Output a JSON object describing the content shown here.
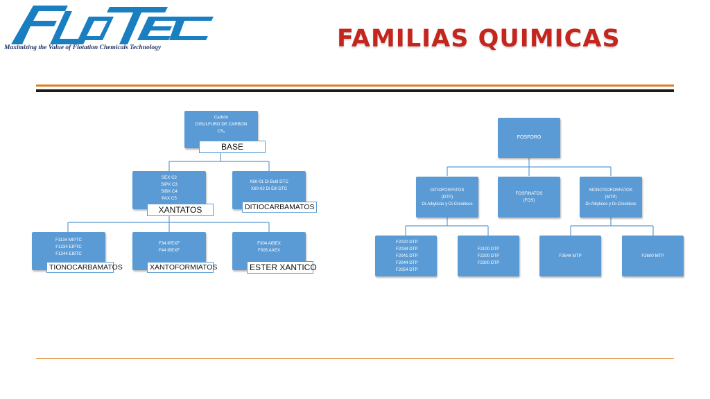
{
  "header": {
    "logo_text": "FLOTEC",
    "tagline": "Maximizing the Value of Flotation Chemicals Technology",
    "title": "FAMILIAS QUIMICAS"
  },
  "colors": {
    "title": "#c4261e",
    "logo": "#1a7fc1",
    "box": "#5b9bd5",
    "rule_orange": "#e67a1f",
    "rule_black": "#1b1b1b"
  },
  "left_tree": {
    "root": {
      "lines": [
        "Carbón",
        "DISULFURO DE CARBON",
        "CS₂"
      ],
      "tag": "BASE"
    },
    "xantatos": {
      "lines": [
        "SEX C2",
        "SIPX C3",
        "SIBX C4",
        "PAX C5"
      ],
      "tag": "XANTATOS"
    },
    "ditiocarbamatos": {
      "lines": [
        "X60-01 Di Butil DTC",
        "X60-02 Di Etil DTC"
      ],
      "tag": "DITIOCARBAMATOS"
    },
    "tionocarbamatos": {
      "lines": [
        "F1134 MIPTC",
        "F1234 EIPTC",
        "F1244 EIBTC"
      ],
      "tag": "TIONOCARBAMATOS"
    },
    "xantoformiatos": {
      "lines": [
        "F34 IPEXF",
        "F44 IBEXF"
      ],
      "tag": "XANTOFORMIATOS"
    },
    "ester": {
      "lines": [
        "F304 AIBEX",
        "F305 AAEX"
      ],
      "tag": "ESTER XANTICO"
    }
  },
  "right_tree": {
    "root": {
      "lines": [
        "FOSFORO"
      ]
    },
    "ditiofosfatos": {
      "lines": [
        "DITIOFOSFATOS",
        "(DTP)",
        "Di-Alkylicos y Di-Cresilicos"
      ]
    },
    "fosfinatos": {
      "lines": [
        "FOSFINATOS",
        "(FOS)"
      ]
    },
    "monotiofosfatos": {
      "lines": [
        "MONOTIOFOSFATOS",
        "(MTP)",
        "Di-Alkylicos y Di-Cresilicos"
      ]
    },
    "dtp_list_a": {
      "lines": [
        "F2020 DTP",
        "F2034 DTP",
        "F2041 DTP",
        "F2044 DTP",
        "F2054 DTP"
      ]
    },
    "dtp_list_b": {
      "lines": [
        "F2100 DTP",
        "F2200 DTP",
        "F2300 DTP"
      ]
    },
    "mtp_a": {
      "lines": [
        "F2644 MTP"
      ]
    },
    "mtp_b": {
      "lines": [
        "F2600 MTP"
      ]
    }
  }
}
